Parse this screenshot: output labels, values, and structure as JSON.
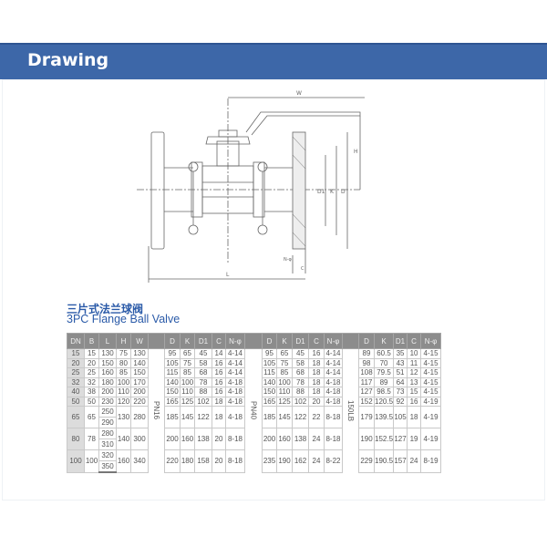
{
  "header": {
    "title": "Drawing",
    "bar_color": "#3d67a8"
  },
  "drawing": {
    "labels": {
      "W": "W",
      "H": "H",
      "D": "D",
      "K": "K",
      "D1": "D1",
      "C": "C",
      "N": "N-φ",
      "L": "L"
    }
  },
  "table": {
    "title_cn": "三片式法兰球阀",
    "title_en": "3PC Flange Ball Valve",
    "headers": [
      "DN",
      "B",
      "L",
      "H",
      "W",
      "",
      "D",
      "K",
      "D1",
      "C",
      "N-φ",
      "",
      "D",
      "K",
      "D1",
      "C",
      "N-φ",
      "",
      "D",
      "K",
      "D1",
      "C",
      "N-φ"
    ],
    "standards": [
      "PN16",
      "PN40",
      "150LB"
    ],
    "rows": [
      {
        "DN": "15",
        "B": "15",
        "L": [
          "130"
        ],
        "H": "75",
        "W": "130",
        "pn16": [
          "95",
          "65",
          "45",
          "14",
          "4-14"
        ],
        "pn40": [
          "95",
          "65",
          "45",
          "16",
          "4-14"
        ],
        "lb150": [
          "89",
          "60.5",
          "35",
          "10",
          "4-15"
        ]
      },
      {
        "DN": "20",
        "B": "20",
        "L": [
          "150"
        ],
        "H": "80",
        "W": "140",
        "pn16": [
          "105",
          "75",
          "58",
          "16",
          "4-14"
        ],
        "pn40": [
          "105",
          "75",
          "58",
          "18",
          "4-14"
        ],
        "lb150": [
          "98",
          "70",
          "43",
          "11",
          "4-15"
        ]
      },
      {
        "DN": "25",
        "B": "25",
        "L": [
          "160"
        ],
        "H": "85",
        "W": "150",
        "pn16": [
          "115",
          "85",
          "68",
          "16",
          "4-14"
        ],
        "pn40": [
          "115",
          "85",
          "68",
          "18",
          "4-14"
        ],
        "lb150": [
          "108",
          "79.5",
          "51",
          "12",
          "4-15"
        ]
      },
      {
        "DN": "32",
        "B": "32",
        "L": [
          "180"
        ],
        "H": "100",
        "W": "170",
        "pn16": [
          "140",
          "100",
          "78",
          "16",
          "4-18"
        ],
        "pn40": [
          "140",
          "100",
          "78",
          "18",
          "4-18"
        ],
        "lb150": [
          "117",
          "89",
          "64",
          "13",
          "4-15"
        ]
      },
      {
        "DN": "40",
        "B": "38",
        "L": [
          "200"
        ],
        "H": "110",
        "W": "200",
        "pn16": [
          "150",
          "110",
          "88",
          "16",
          "4-18"
        ],
        "pn40": [
          "150",
          "110",
          "88",
          "18",
          "4-18"
        ],
        "lb150": [
          "127",
          "98.5",
          "73",
          "15",
          "4-15"
        ]
      },
      {
        "DN": "50",
        "B": "50",
        "L": [
          "230"
        ],
        "H": "120",
        "W": "220",
        "pn16": [
          "165",
          "125",
          "102",
          "18",
          "4-18"
        ],
        "pn40": [
          "165",
          "125",
          "102",
          "20",
          "4-18"
        ],
        "lb150": [
          "152",
          "120.5",
          "92",
          "16",
          "4-19"
        ]
      },
      {
        "DN": "65",
        "B": "65",
        "L": [
          "250",
          "290"
        ],
        "H": "130",
        "W": "280",
        "pn16": [
          "185",
          "145",
          "122",
          "18",
          "4-18"
        ],
        "pn40": [
          "185",
          "145",
          "122",
          "22",
          "8-18"
        ],
        "lb150": [
          "179",
          "139.5",
          "105",
          "18",
          "4-19"
        ]
      },
      {
        "DN": "80",
        "B": "78",
        "L": [
          "280",
          "310"
        ],
        "H": "140",
        "W": "300",
        "pn16": [
          "200",
          "160",
          "138",
          "20",
          "8-18"
        ],
        "pn40": [
          "200",
          "160",
          "138",
          "24",
          "8-18"
        ],
        "lb150": [
          "190",
          "152.5",
          "127",
          "19",
          "4-19"
        ]
      },
      {
        "DN": "100",
        "B": "100",
        "L": [
          "320",
          "350"
        ],
        "H": "160",
        "W": "340",
        "pn16": [
          "220",
          "180",
          "158",
          "20",
          "8-18"
        ],
        "pn40": [
          "235",
          "190",
          "162",
          "24",
          "8-22"
        ],
        "lb150": [
          "229",
          "190.5",
          "157",
          "24",
          "8-19"
        ]
      }
    ]
  }
}
